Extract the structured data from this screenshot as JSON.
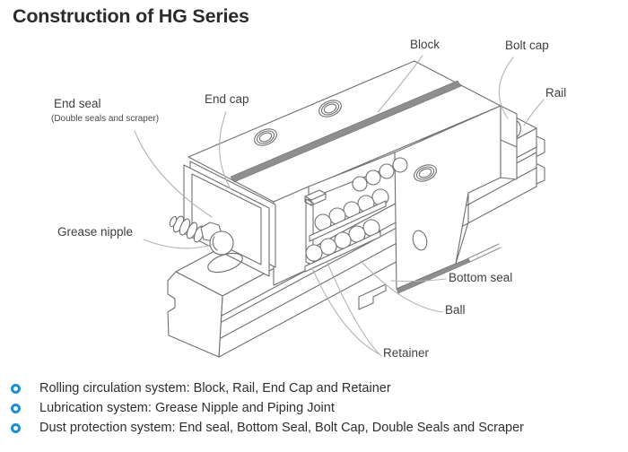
{
  "title": "Construction of HG Series",
  "diagram": {
    "labels": {
      "block": "Block",
      "bolt_cap": "Bolt cap",
      "rail": "Rail",
      "end_seal": "End seal",
      "end_seal_note": "(Double seals and scraper)",
      "end_cap": "End cap",
      "grease_nipple": "Grease nipple",
      "bottom_seal": "Bottom seal",
      "ball": "Ball",
      "retainer": "Retainer"
    }
  },
  "features": {
    "items": [
      {
        "label": "Rolling circulation system: Block, Rail, End Cap and Retainer"
      },
      {
        "label": "Lubrication system: Grease Nipple and Piping Joint"
      },
      {
        "label": "Dust protection system: End seal, Bottom Seal, Bolt Cap, Double Seals and Scraper"
      }
    ]
  },
  "colors": {
    "bullet_ring": "#1d8fd3",
    "drawing_line": "#6f6f6f",
    "leader_line": "#b4b4b4",
    "shade_band": "#8e8e8e",
    "title_text": "#2b2b2b",
    "label_text": "#3f3f3f",
    "background": "#ffffff"
  }
}
